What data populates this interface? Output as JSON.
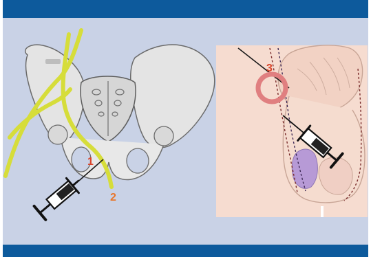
{
  "labels": {
    "marker_1": "1",
    "marker_2": "2",
    "marker_3": "3"
  },
  "colors": {
    "header_bar": "#0d5a9c",
    "background": "#c9d2e6",
    "nerve_line": "#d6dd3a",
    "marker_red": "#d9442a",
    "marker_orange": "#e8752a",
    "ring": "#e07f80",
    "inset_background": "#f6dcd0",
    "purple_region": "#b79ad6"
  }
}
